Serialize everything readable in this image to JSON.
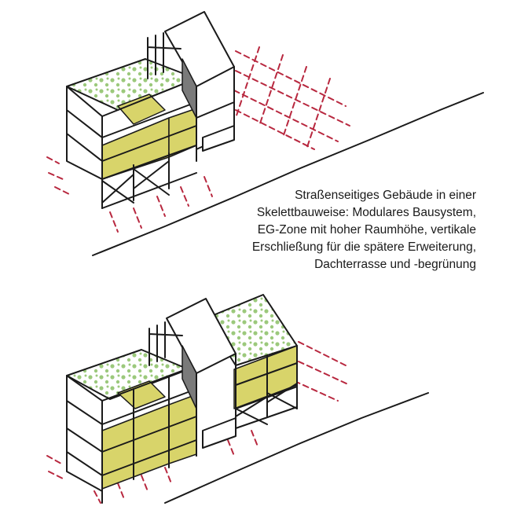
{
  "caption": {
    "lines": [
      "Straßenseitiges Gebäude in einer",
      "Skelettbauweise: Modulares Bausystem,",
      "EG-Zone mit hoher Raumhöhe, vertikale",
      "Erschließung für die spätere Erweiterung,",
      "Dachterrasse und -begrünung"
    ]
  },
  "colors": {
    "ink": "#1a1a1a",
    "infill_yellow": "#d8d46a",
    "green_roof": "#9cc97c",
    "grid_red": "#b8283f",
    "core_grey": "#7a7a7a",
    "background": "#ffffff"
  },
  "sketches": [
    {
      "name": "initial-building",
      "description_ref": "caption"
    },
    {
      "name": "extended-building"
    }
  ]
}
